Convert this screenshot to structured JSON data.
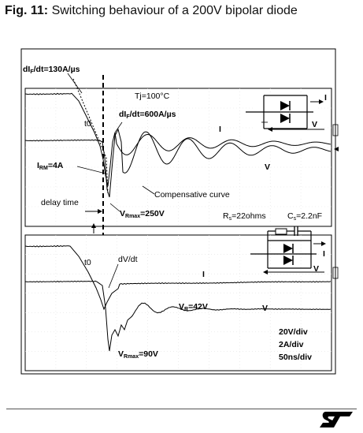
{
  "figure": {
    "number": "Fig. 11:",
    "title": "Switching behaviour of a 200V bipolar diode"
  },
  "top_panel": {
    "labels": {
      "dif_dt_a": "dI",
      "dif_dt_a_sub": "F",
      "dif_dt_a_val": "/dt=130A/µs",
      "tj": "Tj=100°C",
      "t0": "t0",
      "dif_dt_b": "dI",
      "dif_dt_b_sub": "F",
      "dif_dt_b_val": "/dt=600A/µs",
      "i_trace": "I",
      "v_trace": "V",
      "irm": "I",
      "irm_sub": "RM",
      "irm_val": "=4A",
      "compensative": "Compensative curve",
      "delay": "delay time",
      "vrmax": "V",
      "vrmax_sub": "Rmax",
      "vrmax_val": "=250V",
      "rs": "R",
      "rs_sub": "s",
      "rs_val": "=22ohms",
      "cs": "C",
      "cs_sub": "s",
      "cs_val": "=2.2nF"
    },
    "inset": {
      "current": "I",
      "voltage": "V"
    }
  },
  "bottom_panel": {
    "labels": {
      "t0": "t0",
      "dvdt": "dV/dt",
      "i_trace": "I",
      "vr": "V",
      "vr_sub": "R",
      "vr_val": "=42V",
      "v_trace": "V",
      "vrmax": "V",
      "vrmax_sub": "Rmax",
      "vrmax_val": "=90V"
    },
    "inset": {
      "current": "I",
      "voltage": "V"
    },
    "scale": [
      "20V/div",
      "2A/div",
      "50ns/div"
    ]
  },
  "colors": {
    "trace": "#000000",
    "frame": "#000000",
    "grid": "#d8d8d8"
  },
  "logo": "st-logo"
}
